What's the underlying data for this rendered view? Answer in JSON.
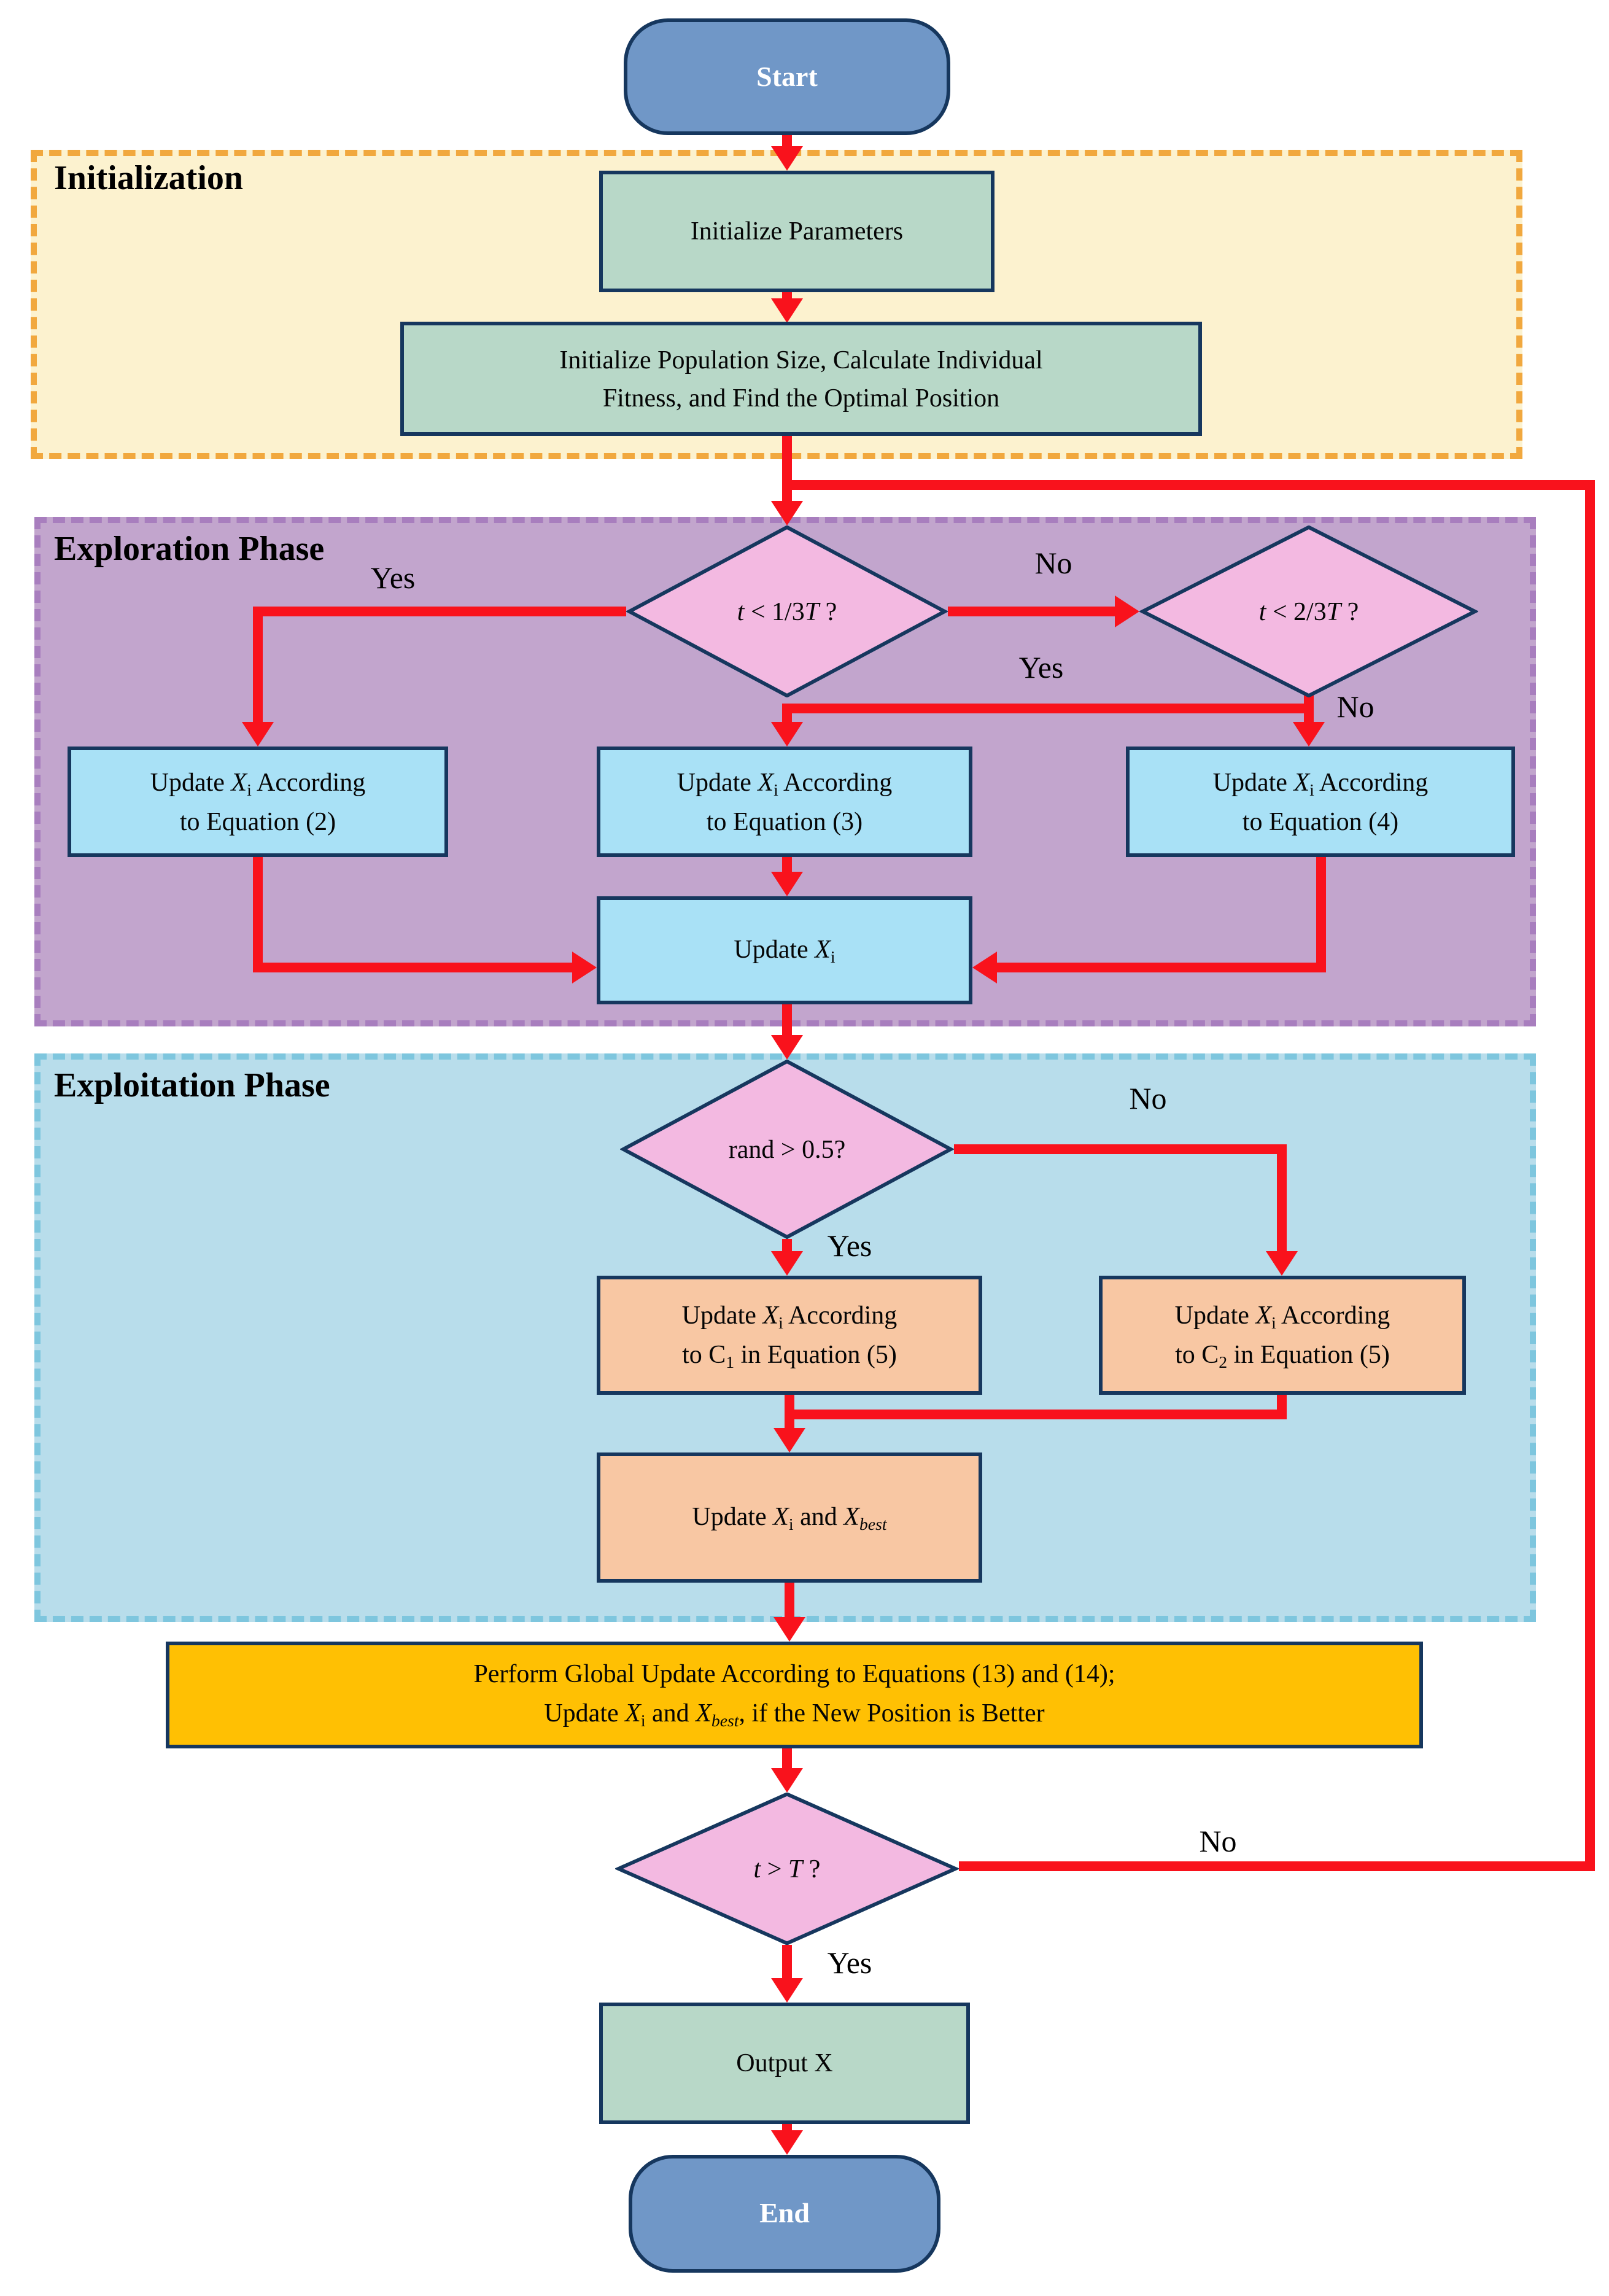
{
  "diagram_title": "Optimization algorithm flowchart",
  "sections": [
    {
      "id": "init",
      "label": "Initialization"
    },
    {
      "id": "explore",
      "label": "Exploration Phase"
    },
    {
      "id": "exploit",
      "label": "Exploitation Phase"
    }
  ],
  "nodes": {
    "start": "Start",
    "end": "End",
    "init_params": [
      {
        "t": "Initialize Parameters"
      }
    ],
    "init_pop": [
      {
        "t": "Initialize Population Size, Calculate Individual"
      },
      {
        "br": true
      },
      {
        "t": "Fitness, and Find the Optimal Position"
      }
    ],
    "d1": [
      {
        "t": "t",
        "i": true
      },
      {
        "t": " < 1/3"
      },
      {
        "t": "T",
        "i": true
      },
      {
        "t": " ?"
      }
    ],
    "d2": [
      {
        "t": "t",
        "i": true
      },
      {
        "t": " < 2/3"
      },
      {
        "t": "T",
        "i": true
      },
      {
        "t": " ?"
      }
    ],
    "eq2": [
      {
        "t": "Update "
      },
      {
        "t": "X",
        "i": true
      },
      {
        "t": "i",
        "sub": true
      },
      {
        "t": " According"
      },
      {
        "br": true
      },
      {
        "t": "to Equation (2)"
      }
    ],
    "eq3": [
      {
        "t": "Update "
      },
      {
        "t": "X",
        "i": true
      },
      {
        "t": "i",
        "sub": true
      },
      {
        "t": " According"
      },
      {
        "br": true
      },
      {
        "t": "to Equation (3)"
      }
    ],
    "eq4": [
      {
        "t": "Update "
      },
      {
        "t": "X",
        "i": true
      },
      {
        "t": "i",
        "sub": true
      },
      {
        "t": " According"
      },
      {
        "br": true
      },
      {
        "t": "to Equation (4)"
      }
    ],
    "update_xi": [
      {
        "t": "Update "
      },
      {
        "t": "X",
        "i": true
      },
      {
        "t": "i",
        "sub": true
      }
    ],
    "d3": [
      {
        "t": "rand > 0.5?"
      }
    ],
    "c1": [
      {
        "t": "Update "
      },
      {
        "t": "X",
        "i": true
      },
      {
        "t": "i",
        "sub": true
      },
      {
        "t": " According"
      },
      {
        "br": true
      },
      {
        "t": "to C"
      },
      {
        "t": "1",
        "sub": true
      },
      {
        "t": " in Equation (5)"
      }
    ],
    "c2": [
      {
        "t": "Update "
      },
      {
        "t": "X",
        "i": true
      },
      {
        "t": "i",
        "sub": true
      },
      {
        "t": " According"
      },
      {
        "br": true
      },
      {
        "t": "to C"
      },
      {
        "t": "2",
        "sub": true
      },
      {
        "t": " in Equation (5)"
      }
    ],
    "update_xi_best": [
      {
        "t": "Update "
      },
      {
        "t": "X",
        "i": true
      },
      {
        "t": "i",
        "sub": true
      },
      {
        "t": "  and "
      },
      {
        "t": "X",
        "i": true
      },
      {
        "t": "best",
        "i": true,
        "sub": true
      }
    ],
    "global_update": [
      {
        "t": "Perform Global Update According to Equations (13) and (14);"
      },
      {
        "br": true
      },
      {
        "t": "Update "
      },
      {
        "t": "X",
        "i": true
      },
      {
        "t": "i",
        "sub": true
      },
      {
        "t": "  and "
      },
      {
        "t": "X",
        "i": true
      },
      {
        "t": "best",
        "i": true,
        "sub": true
      },
      {
        "t": ", if the New Position is Better"
      }
    ],
    "d4": [
      {
        "t": "t",
        "i": true
      },
      {
        "t": " > "
      },
      {
        "t": "T",
        "i": true
      },
      {
        "t": " ?"
      }
    ],
    "output": [
      {
        "t": "Output X"
      }
    ]
  },
  "labels": {
    "yes": "Yes",
    "no": "No"
  },
  "palette": {
    "arrow_red": "#f9121c",
    "node_border_navy": "#16375e",
    "terminal_fill": "#7097c7",
    "green_fill": "#b8d8c8",
    "blue_fill": "#a9e1f6",
    "peach_fill": "#f8c7a3",
    "gold_fill": "#ffc003",
    "diamond_fill": "#f3b9e1",
    "init_bg": "#fcf2cf",
    "init_dash": "#f1a83e",
    "explore_bg": "#c2a5cd",
    "explore_dash": "#a87ebe",
    "exploit_bg": "#b8ddeb",
    "exploit_dash": "#7ec6de"
  }
}
